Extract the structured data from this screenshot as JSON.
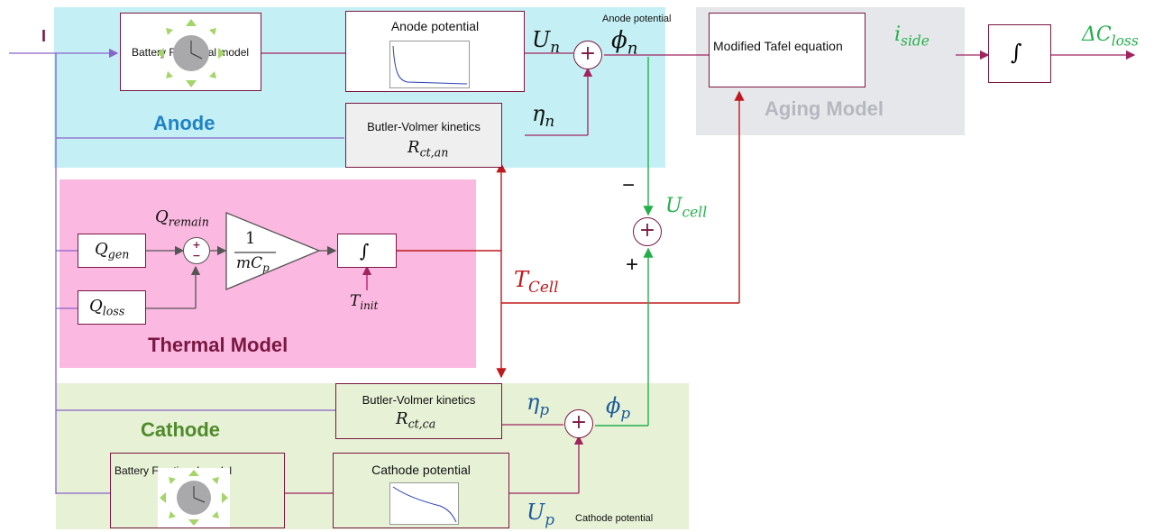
{
  "input_label": "I",
  "anode": {
    "region_label": "Anode",
    "fractional_model": "Battery Fractional model",
    "potential_block": "Anode potential",
    "potential_caption": "Anode potential",
    "bv_block": "Butler-Volmer kinetics",
    "resistance": "R",
    "resistance_sub": "ct,an",
    "U": "U",
    "U_sub": "n",
    "eta": "η",
    "eta_sub": "n",
    "phi": "ϕ",
    "phi_sub": "n"
  },
  "cathode": {
    "region_label": "Cathode",
    "fractional_model": "Battery Fractional model",
    "potential_block": "Cathode potential",
    "potential_caption": "Cathode potential",
    "bv_block": "Butler-Volmer kinetics",
    "resistance": "R",
    "resistance_sub": "ct,ca",
    "U": "U",
    "U_sub": "p",
    "eta": "η",
    "eta_sub": "p",
    "phi": "ϕ",
    "phi_sub": "p"
  },
  "thermal": {
    "region_label": "Thermal Model",
    "q_gen": "Q",
    "q_gen_sub": "gen",
    "q_loss": "Q",
    "q_loss_sub": "loss",
    "q_remain": "Q",
    "q_remain_sub": "remain",
    "gain_num": "1",
    "gain_den": "mC",
    "gain_den_sub": "p",
    "integrator": "∫",
    "t_init": "T",
    "t_init_sub": "init",
    "sum_sign_top": "+",
    "sum_sign_bottom": "−"
  },
  "cell": {
    "U": "U",
    "U_sub": "cell",
    "T": "T",
    "T_sub": "Cell",
    "minus": "−",
    "plus": "+"
  },
  "aging": {
    "region_label": "Aging Model",
    "tafel_block": "Modified Tafel equation",
    "i": "i",
    "i_sub": "side",
    "integrator": "∫",
    "output": "ΔC",
    "output_sub": "loss"
  },
  "sum_symbol": "+",
  "colors": {
    "anode_bg": "#c4f0f5",
    "thermal_bg": "#fbb8e0",
    "cathode_bg": "#e6f1d6",
    "aging_bg": "#e6e7ea",
    "block_border": "#7a1742",
    "anode_text": "#1f83c6",
    "cathode_text": "#4f8a2b",
    "thermal_text": "#7a1742",
    "aging_text": "#b5b8bf",
    "purple_line": "#8a63c9",
    "red_line": "#c0181c",
    "green_line": "#23b04c",
    "blue_math": "#1f5d9a"
  }
}
